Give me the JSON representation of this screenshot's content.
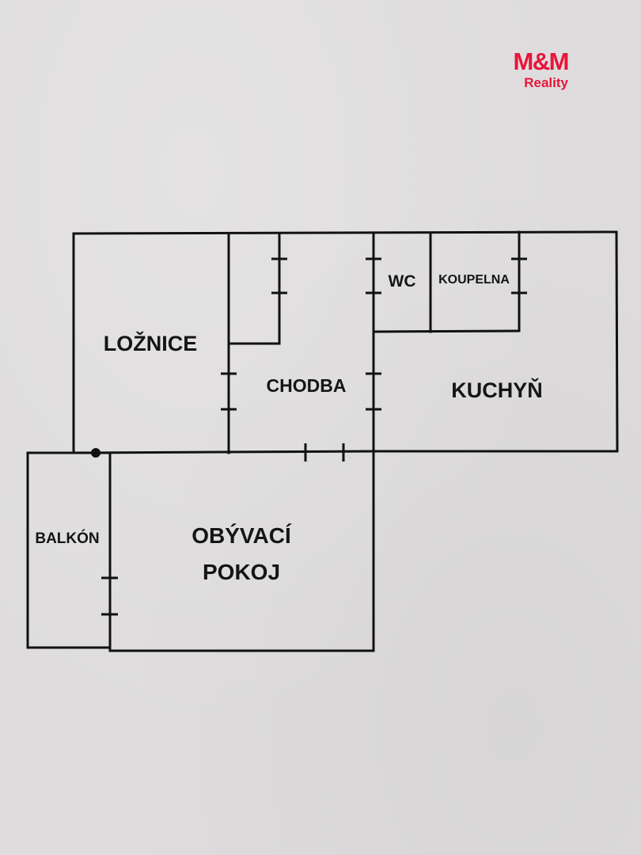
{
  "logo": {
    "mark": "M&M",
    "sub": "Reality",
    "color": "#e8153a"
  },
  "rooms": {
    "loznice": "LOŽNICE",
    "chodba": "CHODBA",
    "wc": "WC",
    "koupelna": "KOUPELNA",
    "kuchyn": "KUCHYŇ",
    "balkon": "BALKÓN",
    "obyvaci_line1": "OBÝVACÍ",
    "obyvaci_line2": "POKOJ"
  }
}
